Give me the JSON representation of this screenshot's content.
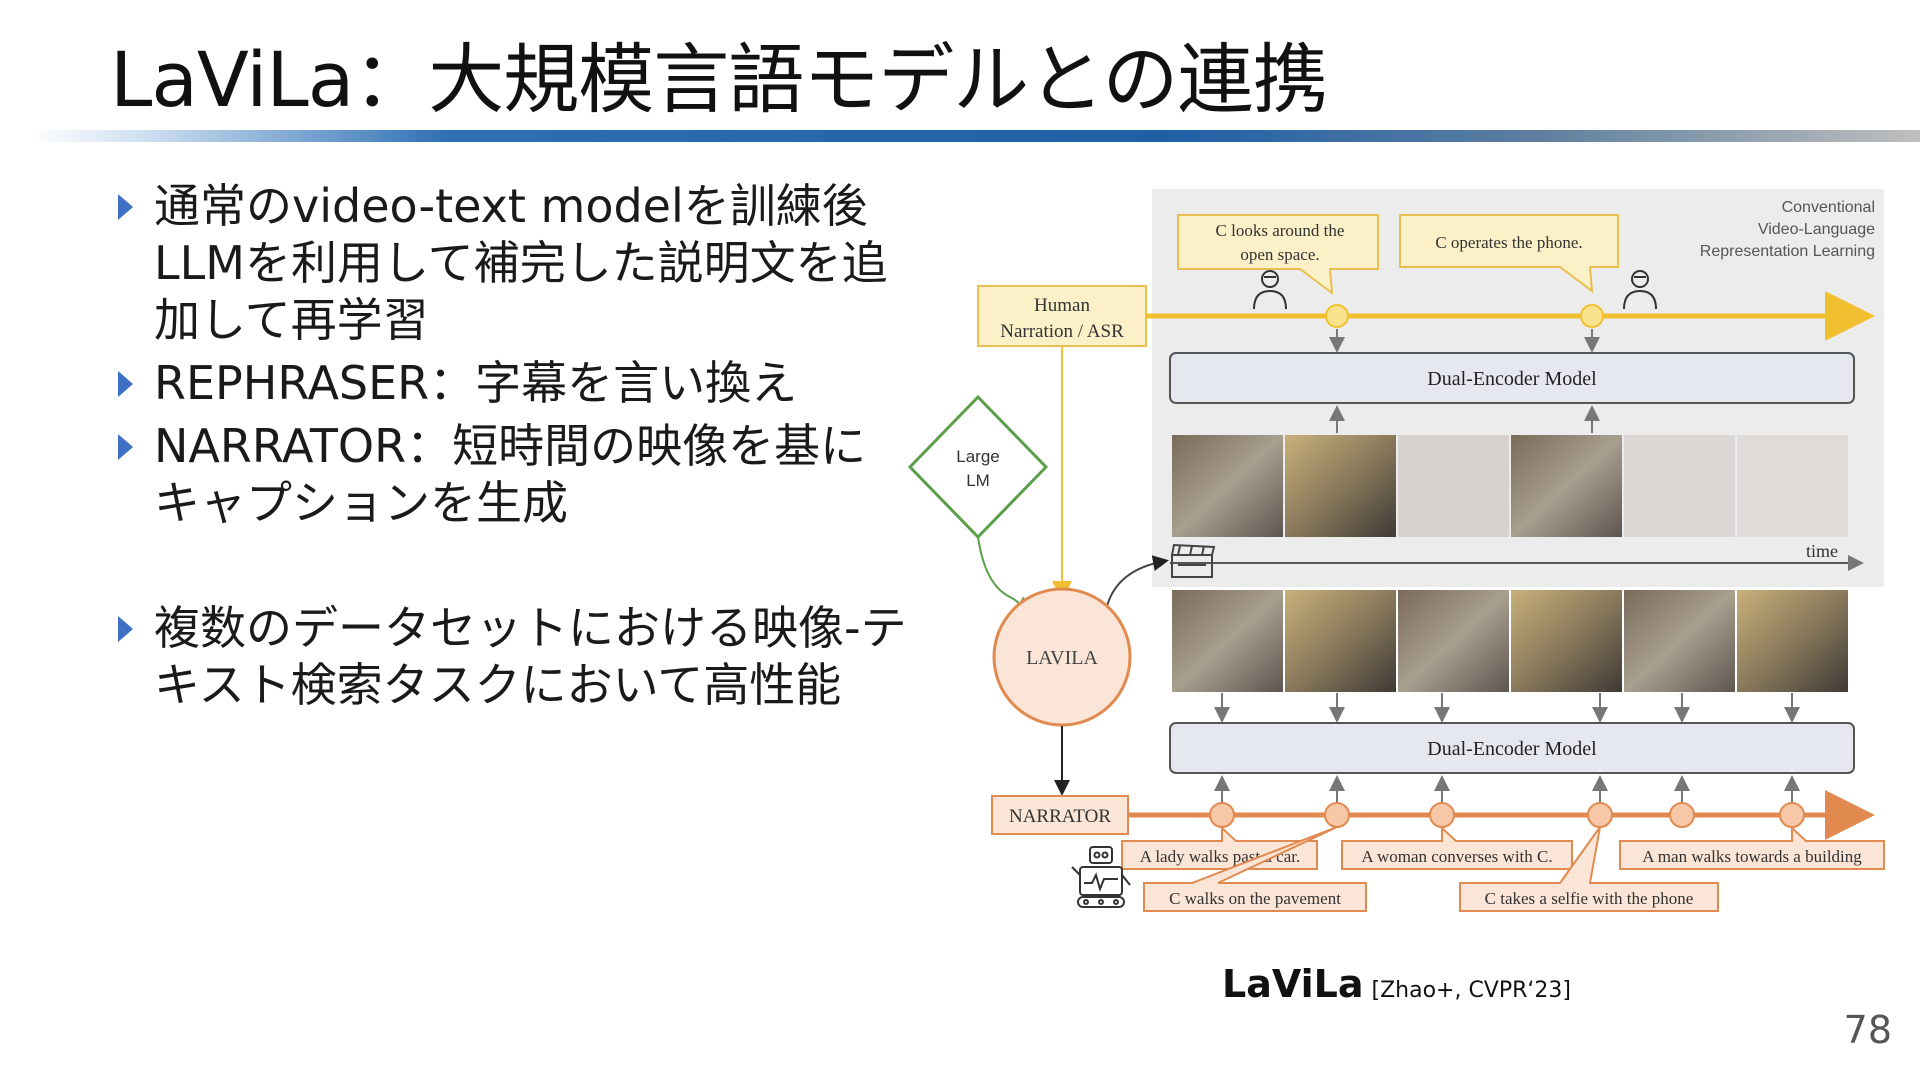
{
  "slide": {
    "title": "LaViLa：大規模言語モデルとの連携",
    "page_number": "78"
  },
  "bullets": [
    "通常のvideo-text modelを訓練後LLMを利用して補完した説明文を追加して再学習",
    "REPHRASER：字幕を言い換え",
    "NARRATOR：短時間の映像を基にキャプションを生成",
    "複数のデータセットにおける映像-テキスト検索タスクにおいて高性能"
  ],
  "figure": {
    "header": [
      "Conventional",
      "Video-Language",
      "Representation Learning"
    ],
    "speech_bubbles": [
      [
        "C looks around the",
        "open space."
      ],
      [
        "C operates the phone."
      ]
    ],
    "human_narration": [
      "Human",
      "Narration / ASR"
    ],
    "large_lm": [
      "Large",
      "LM"
    ],
    "dual_encoder_label": "Dual-Encoder Model",
    "time_label": "time",
    "lavila_label": "LAVILA",
    "narrator_label": "NARRATOR",
    "captions_top": [
      "A lady walks past a car.",
      "A woman converses with C.",
      "A man walks towards a building"
    ],
    "captions_bottom": [
      "C walks on the pavement",
      "C takes a selfie with the phone"
    ]
  },
  "caption": {
    "main": "LaViLa",
    "ref": "[Zhao+, CVPR‘23]"
  },
  "colors": {
    "bullet_arrow": "#4070c4",
    "human_line": "#f0c030",
    "narrator_line": "#e08a50",
    "lm_diamond": "#5a9e4a",
    "encoder_fill": "#e6e8ef",
    "conventional_bg": "#ececec"
  },
  "icons": [
    "bullet-arrow-icon",
    "person-icon",
    "clapperboard-icon",
    "robot-icon"
  ]
}
